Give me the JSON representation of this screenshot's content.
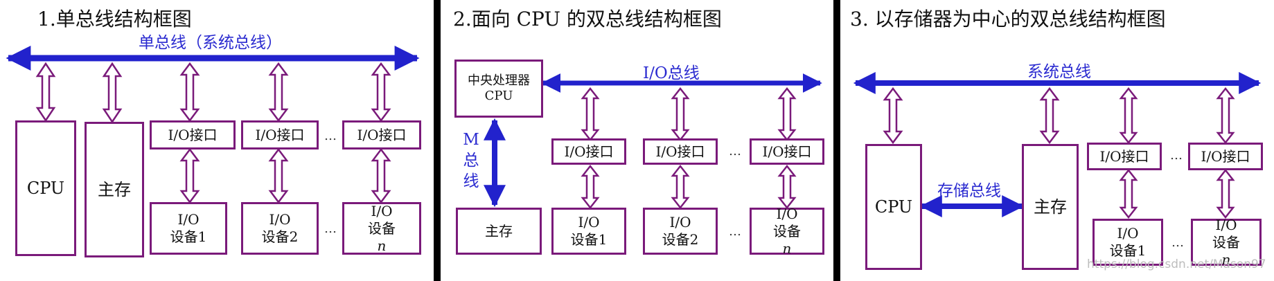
{
  "colors": {
    "bus": "#2222cc",
    "box_border": "#7a1a7a",
    "divider": "#000000"
  },
  "panel1": {
    "title": "1.单总线结构框图",
    "bus_label": "单总线（系统总线）",
    "cpu": "CPU",
    "memory": "主存",
    "io_interface": "I/O接口",
    "device_line1": "I/O",
    "device_1": "设备1",
    "device_2": "设备2",
    "device_n_prefix": "设备",
    "device_n_suffix": "n",
    "ellipsis": "…"
  },
  "panel2": {
    "title": "2.面向 CPU 的双总线结构框图",
    "cpu_line1": "中央处理器",
    "cpu_line2": "CPU",
    "io_bus_label": "I/O总线",
    "m_bus_1": "M",
    "m_bus_2": "总",
    "m_bus_3": "线",
    "memory": "主存",
    "io_interface": "I/O接口",
    "device_line1": "I/O",
    "device_1": "设备1",
    "device_2": "设备2",
    "device_n_prefix": "设备",
    "device_n_suffix": "n",
    "ellipsis": "…"
  },
  "panel3": {
    "title": "3. 以存储器为中心的双总线结构框图",
    "bus_label": "系统总线",
    "storage_bus_label": "存储总线",
    "cpu": "CPU",
    "memory": "主存",
    "io_interface": "I/O接口",
    "device_line1": "I/O",
    "device_1": "设备1",
    "device_n_prefix": "设备",
    "device_n_suffix": "n",
    "ellipsis": "…",
    "watermark": "https://blog.csdn.net/Mason97"
  }
}
